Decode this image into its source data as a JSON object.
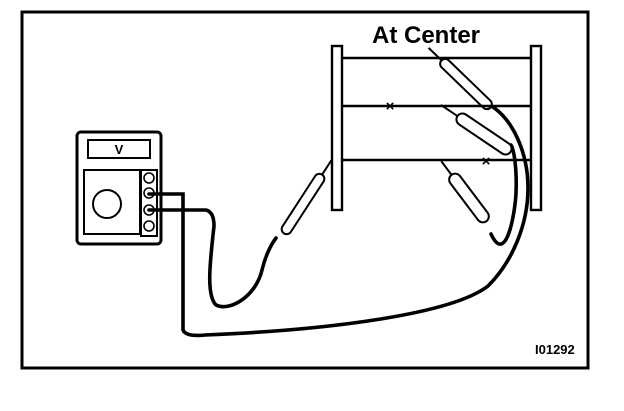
{
  "diagram": {
    "title": "At Center",
    "figure_code": "I01292",
    "meter_label": "V",
    "measure_marks": [
      "×",
      "×"
    ]
  },
  "colors": {
    "ink": "#000000",
    "paper": "#ffffff"
  }
}
